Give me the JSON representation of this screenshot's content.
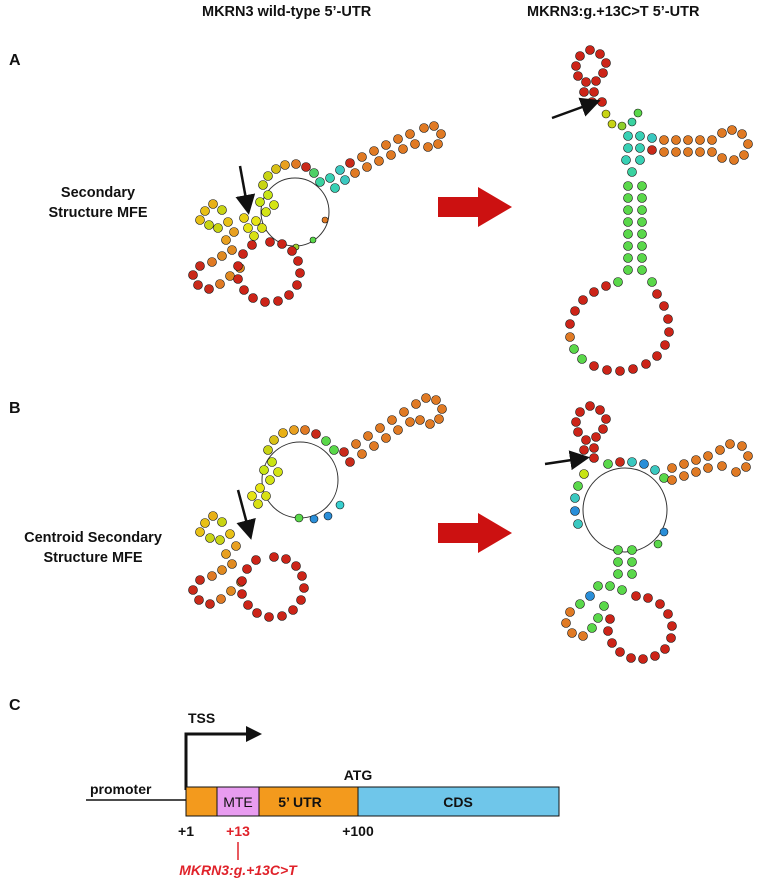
{
  "figure": {
    "columns": {
      "left": "MKRN3 wild-type 5’-UTR",
      "right": "MKRN3:g.+13C>T 5’-UTR"
    },
    "panels": {
      "a": {
        "letter": "A",
        "label_line1": "Secondary",
        "label_line2": "Structure MFE"
      },
      "b": {
        "letter": "B",
        "label_line1": "Centroid Secondary",
        "label_line2": "Structure MFE"
      },
      "c": {
        "letter": "C",
        "tss": "TSS",
        "promoter": "promoter",
        "mte": "MTE",
        "utr": "5’ UTR",
        "atg": "ATG",
        "cds": "CDS",
        "pos_start": "+1",
        "pos_mut": "+13",
        "pos_atg": "+100",
        "variant": "MKRN3:g.+13C>T"
      }
    },
    "colors": {
      "arrow": "#cc1111",
      "utr_orange": "#f39a1d",
      "mte_pink": "#e89cf0",
      "cds_blue": "#6fc6ea",
      "variant_red": "#e0222a"
    }
  }
}
